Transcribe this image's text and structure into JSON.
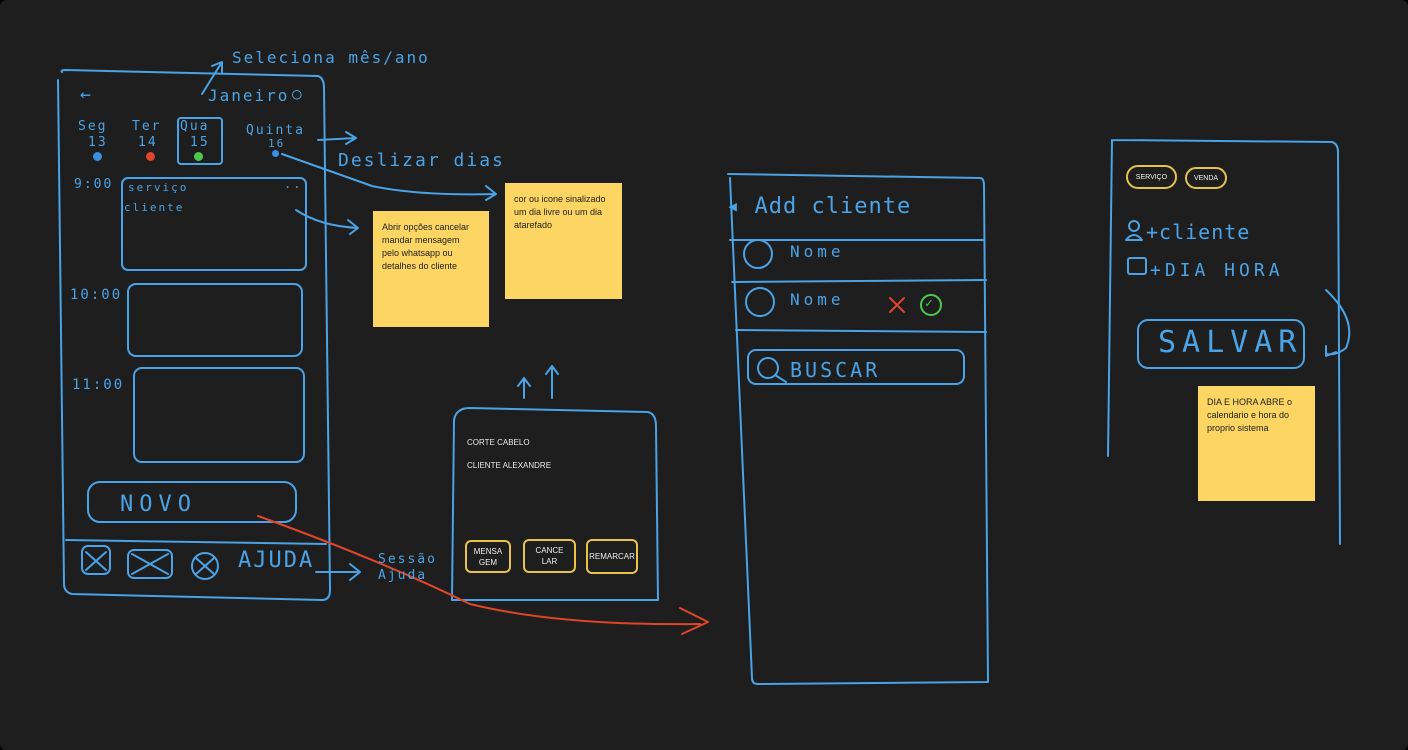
{
  "colors": {
    "background": "#1e1e1e",
    "sketch_blue": "#4aa3e6",
    "sticky_yellow": "#fdd563",
    "button_yellow": "#e7c34a",
    "arrow_red": "#e0442a",
    "dot_blue": "#3a8fe0",
    "dot_red": "#e0442a",
    "dot_green": "#4cc94c",
    "check_green": "#4cc94c"
  },
  "agenda": {
    "annotation_month": "Seleciona mês/ano",
    "back_arrow": "←",
    "month_label": "Janeiro",
    "days": [
      {
        "name": "Seg",
        "num": "13",
        "dot": "dot_blue"
      },
      {
        "name": "Ter",
        "num": "14",
        "dot": "dot_red"
      },
      {
        "name": "Qua",
        "num": "15",
        "dot": "dot_green"
      },
      {
        "name": "Quinta",
        "num": "16",
        "dot": "dot_blue"
      }
    ],
    "annotation_swipe": "Deslizar dias",
    "times": [
      "9:00",
      "10:00",
      "11:00"
    ],
    "card_service": "serviço",
    "card_client": "cliente",
    "card_menu": "...",
    "new_button": "NOVO",
    "bottom_nav": {
      "icon1": "nav-icon",
      "icon2": "nav-icon",
      "icon3": "nav-icon",
      "help_label": "AJUDA"
    },
    "annotation_help": "Sessão Ajuda"
  },
  "notes": {
    "options_note": "Abrir opções cancelar\nmandar mensagem\npelo whatsapp ou\ndetalhes do cliente",
    "status_note": "cor ou icone sinalizado\num dia livre ou um dia\natarefado",
    "datetime_note": "DIA E HORA ABRE o\ncalendario e hora do\nproprio sistema"
  },
  "detail": {
    "service": "CORTE CABELO",
    "client": "CLIENTE ALEXANDRE",
    "btn_message": "MENSA\nGEM",
    "btn_cancel": "CANCE\nLAR",
    "btn_reschedule": "REMARCAR"
  },
  "add_client": {
    "title": "Add cliente",
    "rows": [
      "Nome",
      "Nome"
    ],
    "x_mark": "✕",
    "check_mark": "✓",
    "search_label": "BUSCAR"
  },
  "new_form": {
    "tab_service": "SERVIÇO",
    "tab_sale": "VENDA",
    "client_line": "+cliente",
    "datetime_line": "+DIA HORA",
    "save_label": "SALVAR"
  }
}
